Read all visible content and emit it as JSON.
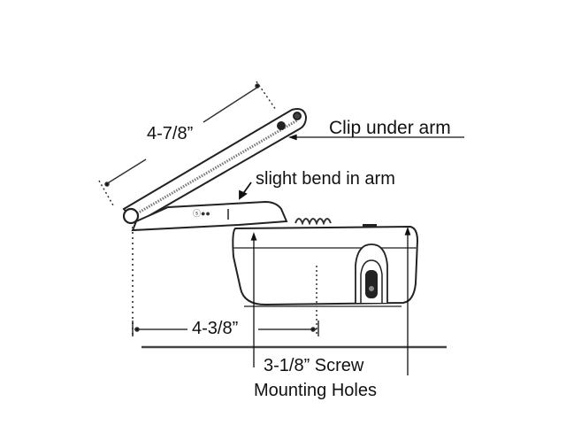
{
  "diagram": {
    "subject": "window operator with arm",
    "colors": {
      "line": "#111111",
      "fill": "#ffffff",
      "shade": "#555555"
    },
    "labels": {
      "arm_length": "4-7/8”",
      "clip": "Clip under arm",
      "bend": "slight bend in arm",
      "base_length": "4-3/8”",
      "screw_line1": "3-1/8” Screw",
      "screw_line2": "Mounting Holes"
    }
  }
}
